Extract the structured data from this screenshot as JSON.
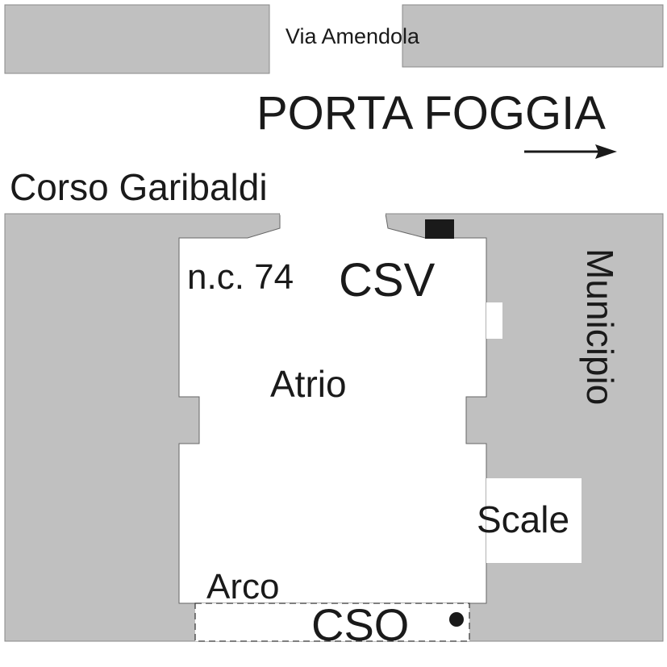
{
  "streets": {
    "via_amendola": "Via Amendola",
    "corso_garibaldi": "Corso Garibaldi"
  },
  "landmark": "PORTA FOGGIA",
  "direction_icon": "arrow-right-icon",
  "building": {
    "address": "n.c. 74",
    "csv": "CSV",
    "atrio": "Atrio",
    "municipio": "Municipio",
    "scale": "Scale",
    "arco": "Arco",
    "cso": "CSO"
  },
  "colors": {
    "building_fill": "#c0c0c0",
    "outline": "#888888",
    "text": "#1a1a1a"
  }
}
